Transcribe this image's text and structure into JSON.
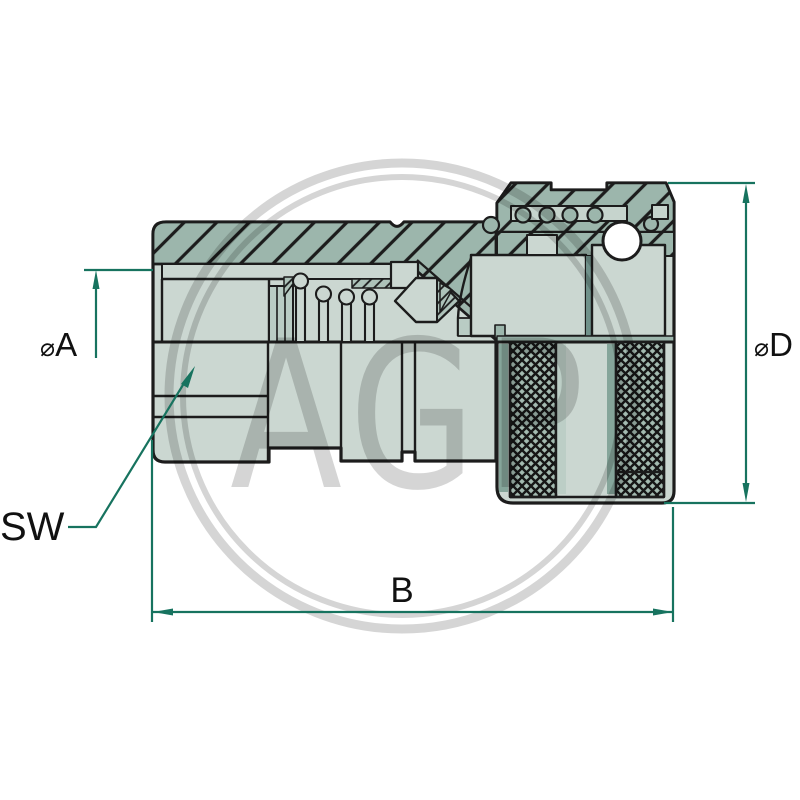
{
  "drawing": {
    "type": "technical-cross-section",
    "subject": "hydraulic quick-release coupling, female socket with hex body and knurled sleeve",
    "watermark": "AGP",
    "labels": {
      "dim_a_symbol": "⌀",
      "dim_a_letter": "A",
      "dim_d_symbol": "⌀",
      "dim_d_letter": "D",
      "dim_b": "B",
      "wrench_size": "SW"
    },
    "colors": {
      "outline": "#1c1c1c",
      "dimension_teal": "#17735f",
      "metal_light": "#cbd7d1",
      "metal_mid": "#9cb6ac",
      "metal_dark": "#85a59a",
      "metal_darker": "#70918a",
      "metal_highlight": "#bccec6",
      "ball_white": "#ffffff",
      "watermark_gray": "#d9d9d9",
      "background": "#ffffff"
    }
  }
}
